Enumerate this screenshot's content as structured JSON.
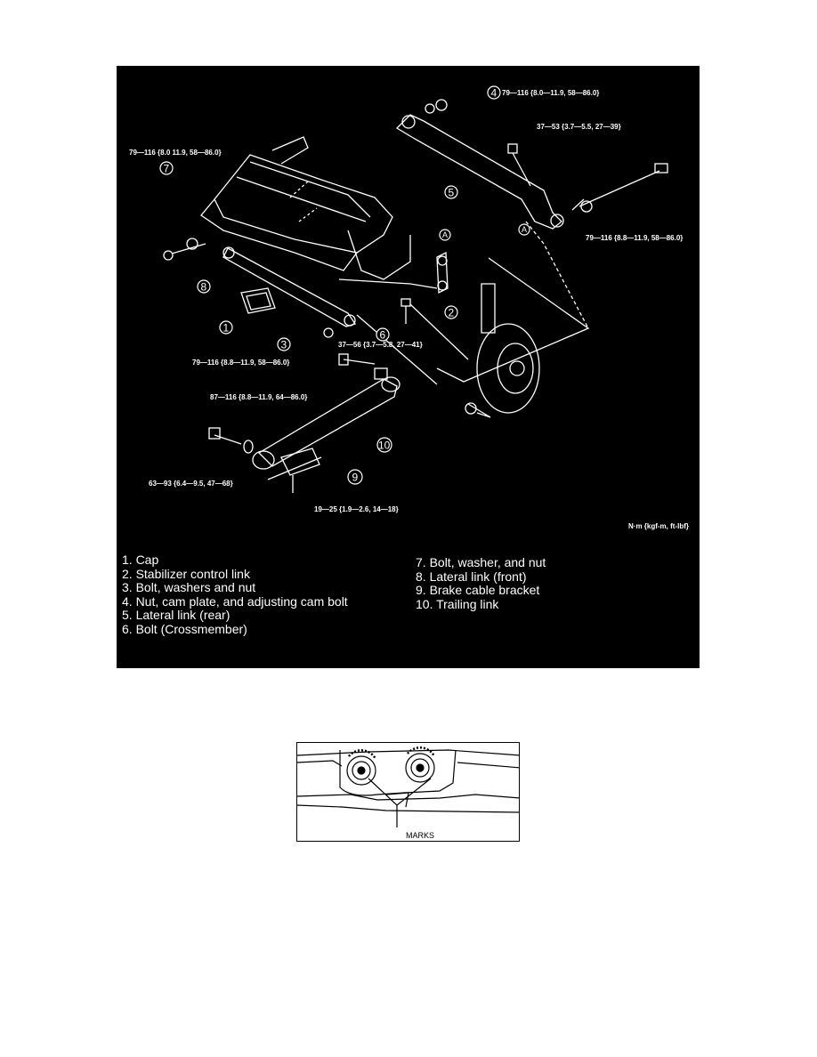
{
  "diagram": {
    "torque_labels": {
      "t4": "79—116 {8.0—11.9, 58—86.0}",
      "t_nut": "37—53 {3.7—5.5, 27—39}",
      "t7": "79—116 {8.0 11.9, 58—86.0}",
      "t_rear_bolt": "79—116 {8.8—11.9, 58—86.0}",
      "t6": "37—56 {3.7—5.8, 27—41}",
      "t3": "79—116 {8.8—11.9, 58—86.0}",
      "t_trailing": "87—116 {8.8—11.9, 64—86.0}",
      "t_trailing_front": "63—93 {6.4—9.5, 47—68}",
      "t9": "19—25 {1.9—2.6, 14—18}"
    },
    "callouts": [
      "1",
      "2",
      "3",
      "4",
      "5",
      "6",
      "7",
      "8",
      "9",
      "10"
    ],
    "letter_marker": "A",
    "units": "N·m {kgf-m, ft-lbf}",
    "legend_left": [
      "1.  Cap",
      "2.  Stabilizer control link",
      "3.  Bolt, washers and nut",
      "4.  Nut, cam plate, and adjusting cam bolt",
      "5.  Lateral link (rear)",
      "6.  Bolt (Crossmember)"
    ],
    "legend_right": [
      "7.  Bolt, washer, and nut",
      "8.  Lateral link (front)",
      "9.  Brake cable bracket",
      "10.  Trailing link"
    ]
  },
  "marks_figure": {
    "label": "MARKS"
  }
}
